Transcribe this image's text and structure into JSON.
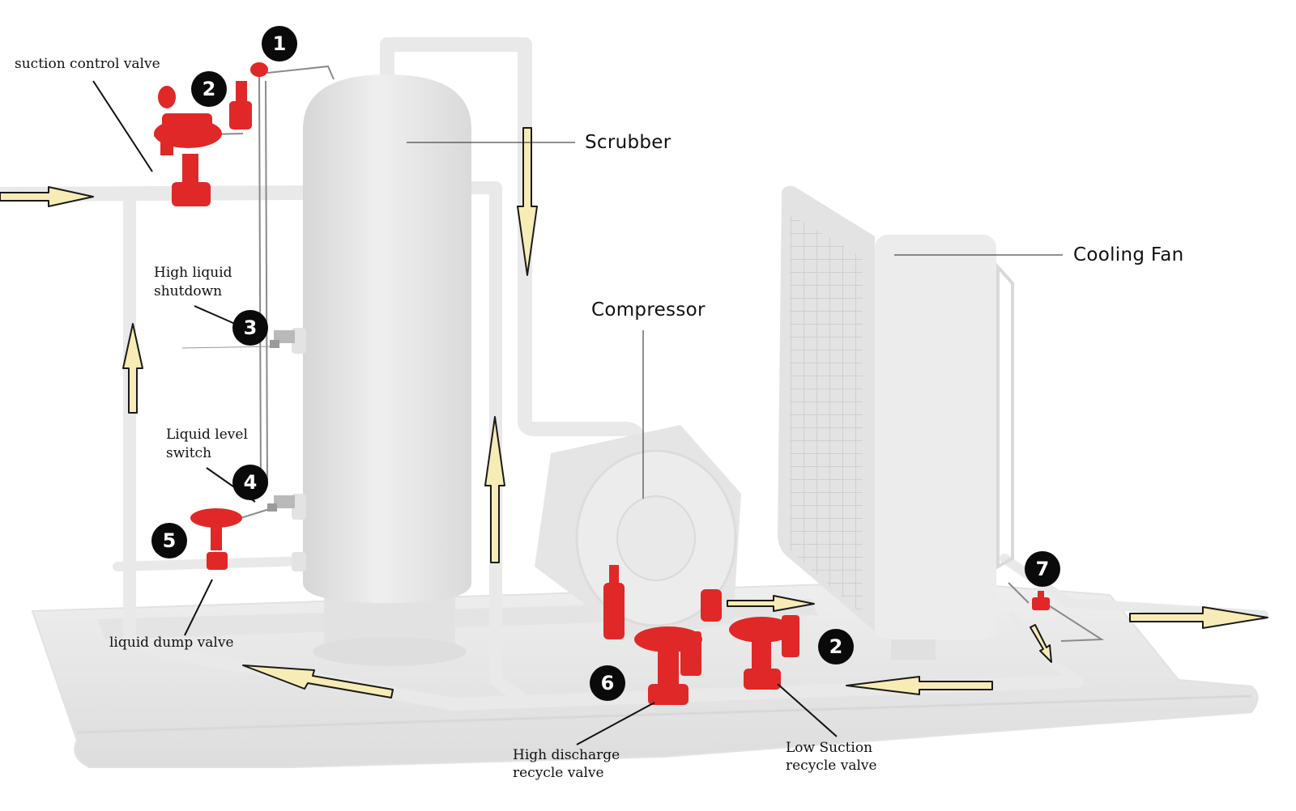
{
  "components": {
    "scrubber": "Scrubber",
    "compressor": "Compressor",
    "cooling_fan": "Cooling Fan"
  },
  "valves": {
    "suction_control": "suction control valve",
    "high_liquid_1": "High liquid",
    "high_liquid_2": "shutdown",
    "level_switch_1": "Liquid level",
    "level_switch_2": "switch",
    "liquid_dump": "liquid dump valve",
    "high_discharge_1": "High discharge",
    "high_discharge_2": "recycle valve",
    "low_suction_1": "Low Suction",
    "low_suction_2": "recycle valve"
  },
  "badges": {
    "b1": "1",
    "b2a": "2",
    "b3": "3",
    "b4": "4",
    "b5": "5",
    "b6": "6",
    "b2b": "2",
    "b7": "7"
  },
  "colors": {
    "valve_red": "#e02828",
    "equipment_gray": "#e6e6e6",
    "flow_arrow": "#f7ecb5",
    "badge": "#0a0a0a"
  }
}
